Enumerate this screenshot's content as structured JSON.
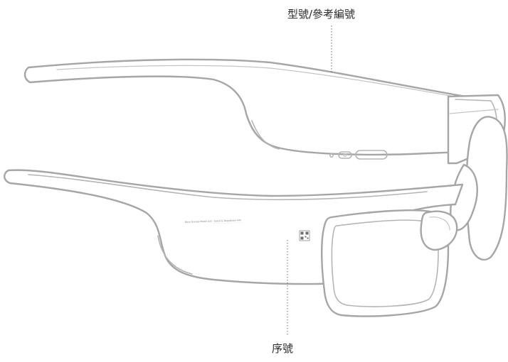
{
  "callouts": {
    "model_label": "型號/參考編號",
    "serial_label": "序號"
  },
  "etched_text": "Bose Frames Model 433 · Serial & Regulatory Info",
  "colors": {
    "outline": "#a6a6a6",
    "leader": "#6a6a6a",
    "label": "#2b2b2b"
  }
}
